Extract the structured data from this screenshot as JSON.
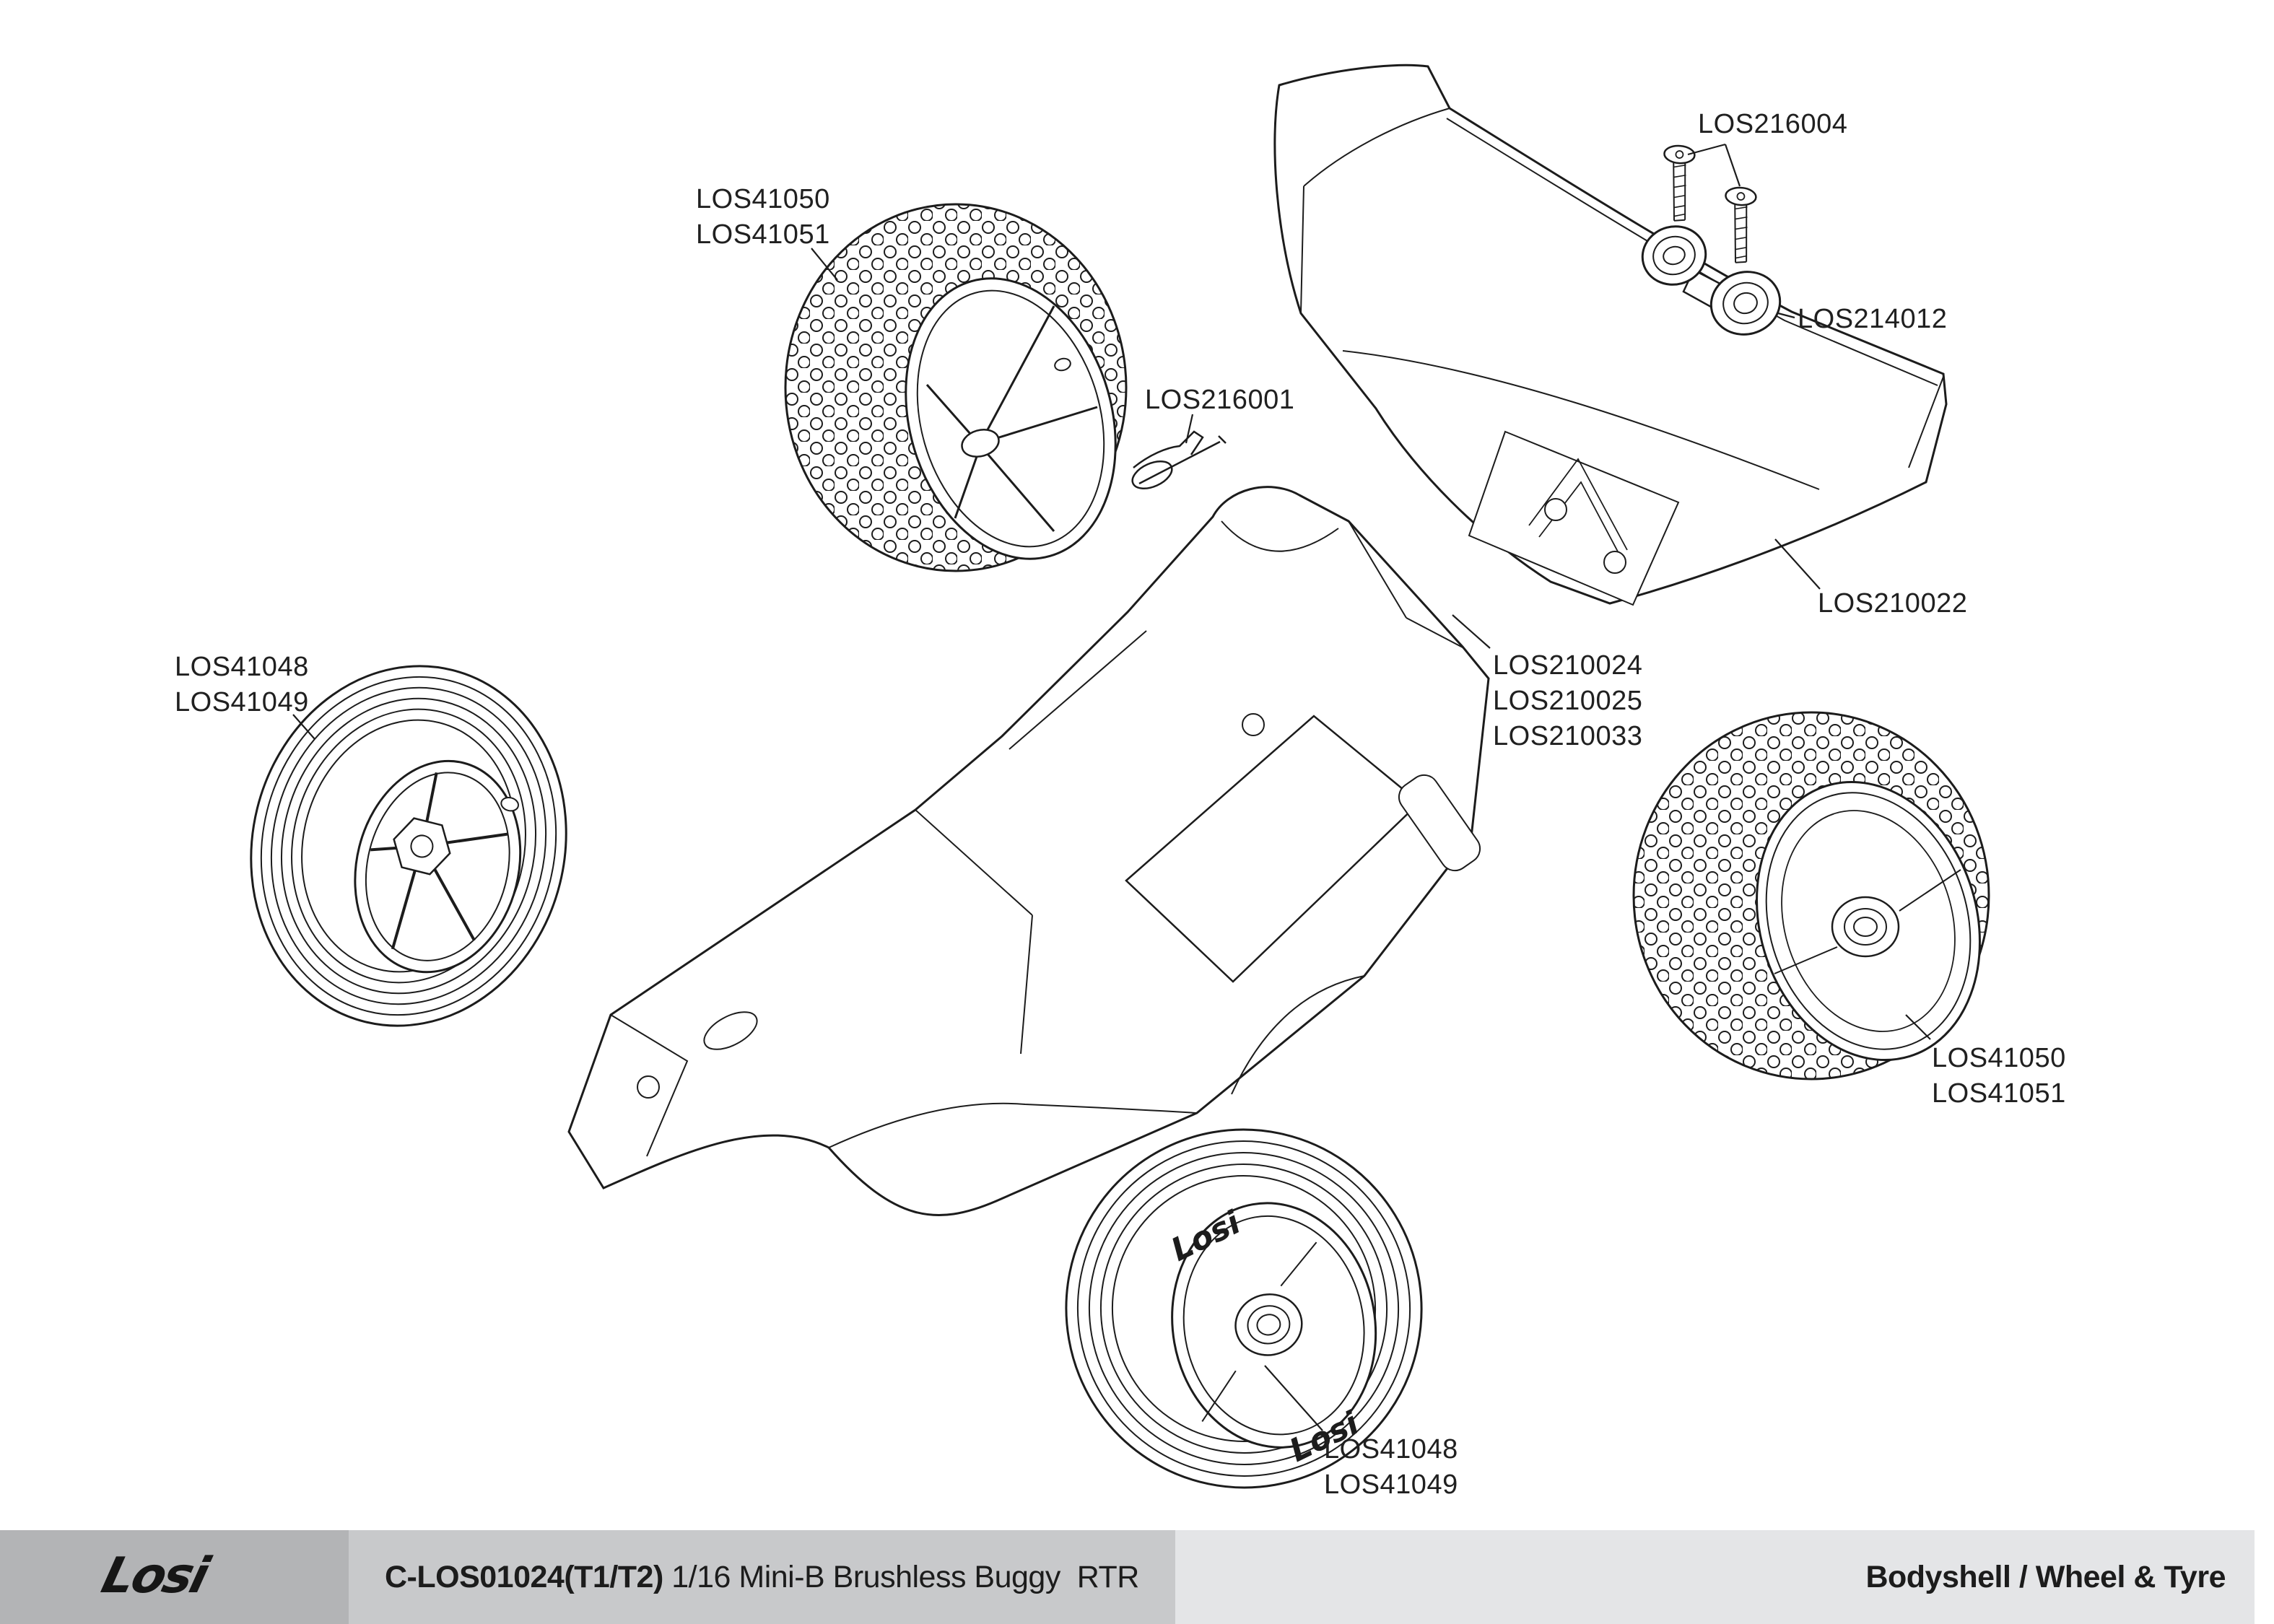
{
  "diagram": {
    "background": "#ffffff",
    "line_color": "#1c1c1c",
    "wheel_logo": "Losi",
    "labels": [
      {
        "part": "wing-screws",
        "lines": [
          "LOS216004"
        ]
      },
      {
        "part": "wing-mount-button",
        "lines": [
          "LOS214012"
        ]
      },
      {
        "part": "wing",
        "lines": [
          "LOS210022"
        ]
      },
      {
        "part": "rear-wheel-tyre-left",
        "lines": [
          "LOS41050",
          "LOS41051"
        ]
      },
      {
        "part": "body-clip",
        "lines": [
          "LOS216001"
        ]
      },
      {
        "part": "bodyshell",
        "lines": [
          "LOS210024",
          "LOS210025",
          "LOS210033"
        ]
      },
      {
        "part": "front-wheel-tyre-left",
        "lines": [
          "LOS41048",
          "LOS41049"
        ]
      },
      {
        "part": "rear-wheel-tyre-right",
        "lines": [
          "LOS41050",
          "LOS41051"
        ]
      },
      {
        "part": "front-wheel-tyre-bottom",
        "lines": [
          "LOS41048",
          "LOS41049"
        ]
      }
    ]
  },
  "footer": {
    "brand_logo": "Losi",
    "part_number": "C-LOS01024(T1/T2)",
    "product_name": " 1/16 Mini-B Brushless Buggy  RTR",
    "section_title": "Bodyshell / Wheel & Tyre",
    "colors": {
      "brand_bg": "#b3b4b6",
      "title_bg": "#c8c9cb",
      "section_bg": "#e4e5e7"
    }
  }
}
